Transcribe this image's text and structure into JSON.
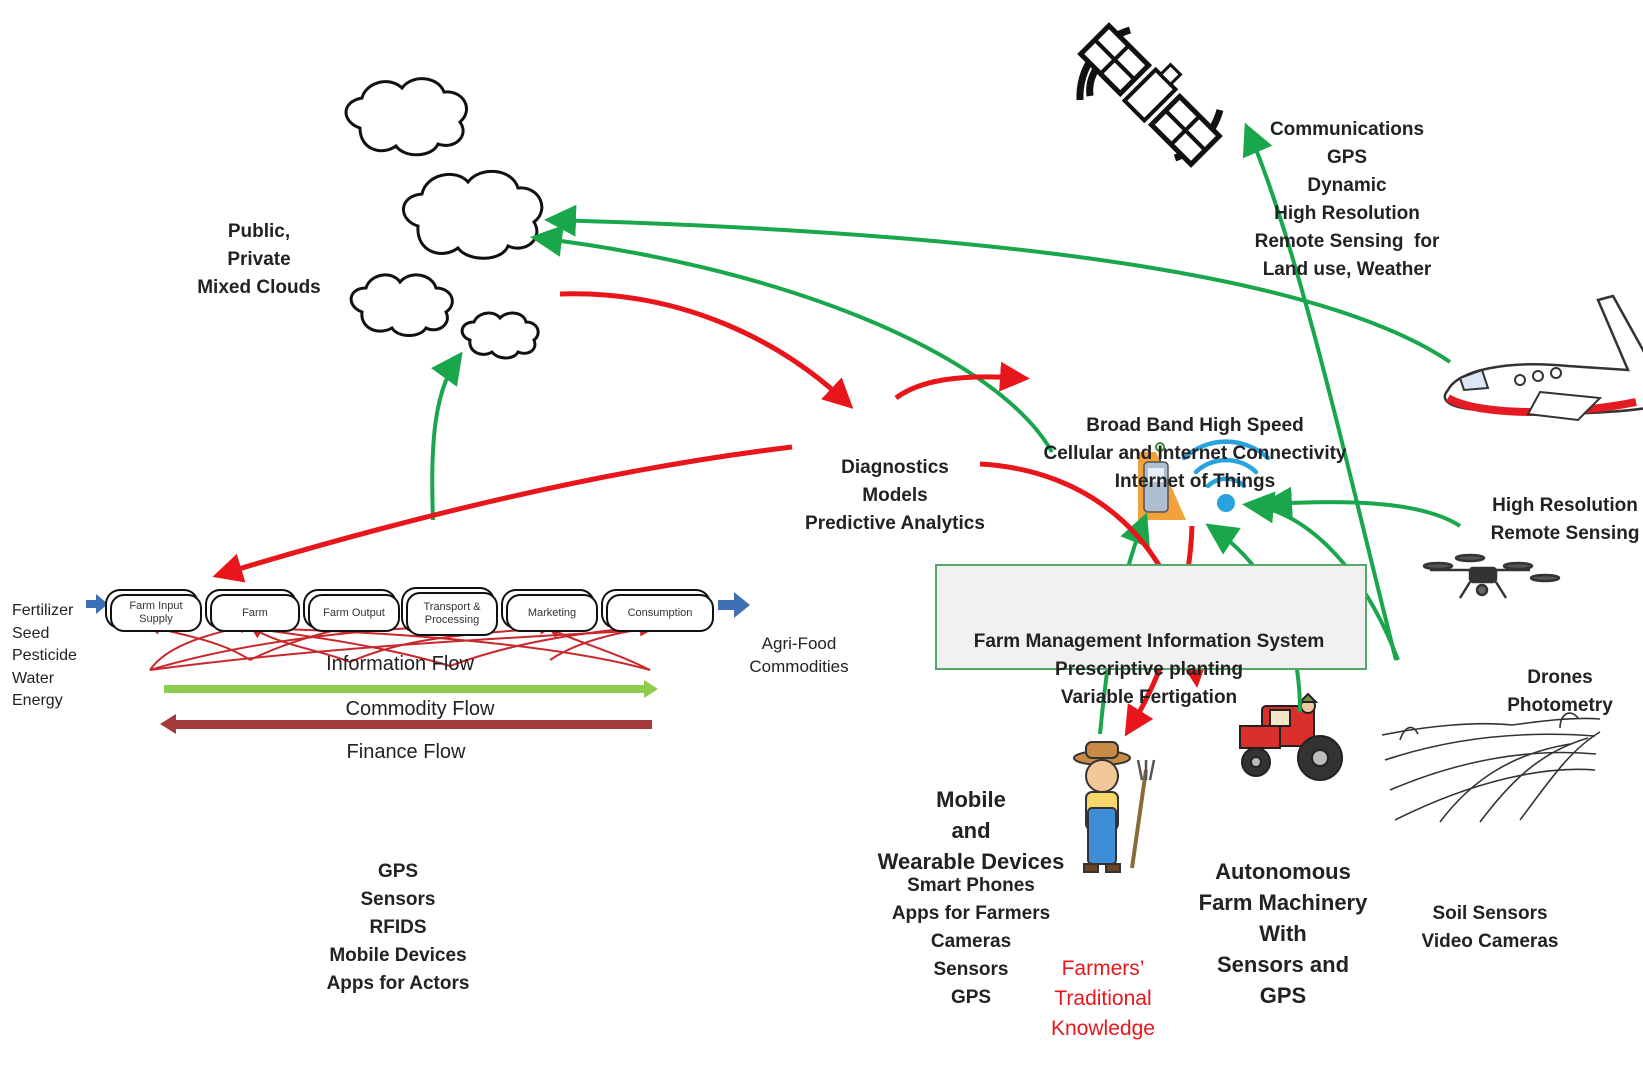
{
  "clouds_label": [
    "Public,",
    "Private",
    "Mixed Clouds"
  ],
  "satellite_label": [
    "Communications",
    "GPS",
    "Dynamic",
    "High Resolution",
    "Remote Sensing  for",
    "Land use, Weather"
  ],
  "broadband_label": [
    "Broad Band High Speed",
    "Cellular and Internet Connectivity",
    "Internet of Things"
  ],
  "analytics_label": [
    "Diagnostics",
    "Models",
    "Predictive Analytics"
  ],
  "airplane_label": [
    "High Resolution",
    "Remote Sensing"
  ],
  "drones_label": [
    "Drones",
    "Photometry"
  ],
  "fmis_label": [
    "Farm Management Information System",
    "Prescriptive planting",
    "Variable Fertigation"
  ],
  "inputs_label": [
    "Fertilizer",
    "Seed",
    "Pesticide",
    "Water",
    "Energy"
  ],
  "outputs_label": [
    "Agri-Food",
    "Commodities"
  ],
  "chain_stages": [
    "Farm Input Supply",
    "Farm",
    "Farm Output",
    "Transport & Processing",
    "Marketing",
    "Consumption"
  ],
  "flows": {
    "information": "Information Flow",
    "commodity": "Commodity Flow",
    "finance": "Finance Flow"
  },
  "actor_tech_label": [
    "GPS",
    "Sensors",
    "RFIDS",
    "Mobile Devices",
    "Apps for Actors"
  ],
  "mobile_label": [
    "Mobile",
    "and",
    "Wearable Devices"
  ],
  "mobile_items": [
    "Smart Phones",
    "Apps for Farmers",
    "Cameras",
    "Sensors",
    "GPS"
  ],
  "farmer_label": [
    "Farmers’",
    "Traditional",
    "Knowledge"
  ],
  "machinery_label": [
    "Autonomous",
    "Farm Machinery",
    "With",
    "Sensors and",
    "GPS"
  ],
  "soil_label": [
    "Soil Sensors",
    "Video Cameras"
  ],
  "colors": {
    "green_arrow": "#1aa64a",
    "red_arrow": "#e8161b",
    "commodity": "#8dcc4c",
    "finance": "#a33a3a",
    "blue_arrow": "#3e6fb5"
  }
}
